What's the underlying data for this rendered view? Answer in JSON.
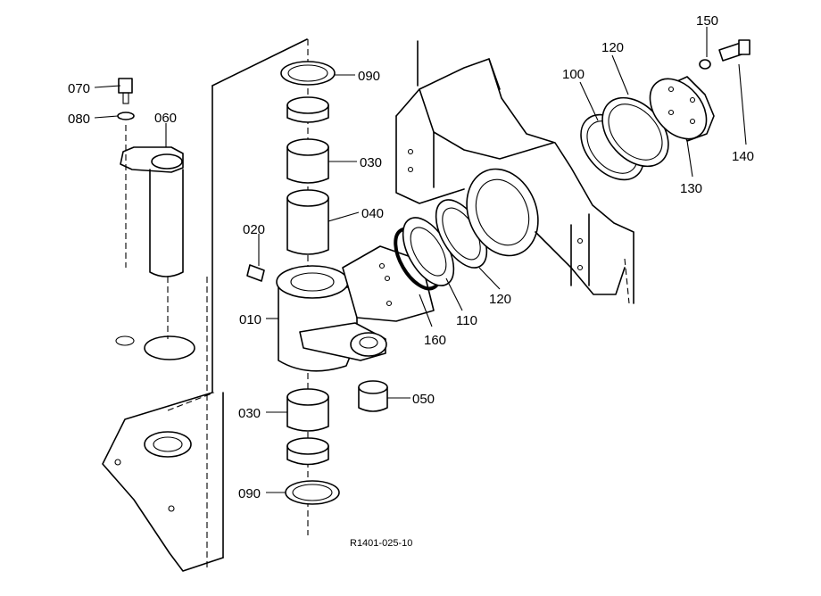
{
  "diagram": {
    "drawing_code": "R1401-025-10",
    "callouts": {
      "p010": "010",
      "p020": "020",
      "p030_top": "030",
      "p030_bottom": "030",
      "p040": "040",
      "p050": "050",
      "p060": "060",
      "p070": "070",
      "p080": "080",
      "p090_top": "090",
      "p090_bottom": "090",
      "p100": "100",
      "p110": "110",
      "p120_top": "120",
      "p120_mid": "120",
      "p130": "130",
      "p140": "140",
      "p150": "150",
      "p160": "160"
    }
  }
}
